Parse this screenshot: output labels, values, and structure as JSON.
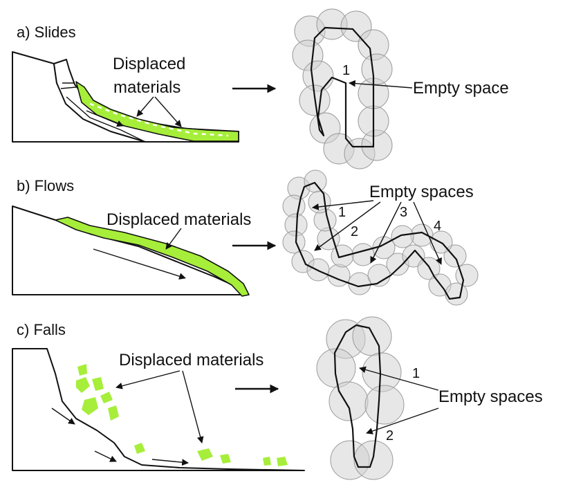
{
  "figure": {
    "colors": {
      "displaced": "#a6ee3a",
      "outline": "#111111",
      "bubble": "#cfcfcf"
    },
    "panels": {
      "slides": {
        "title": "a) Slides",
        "displaced_label_line1": "Displaced",
        "displaced_label_line2": "materials",
        "empty_label": "Empty space",
        "numbers": [
          "1"
        ]
      },
      "flows": {
        "title": "b) Flows",
        "displaced_label": "Displaced materials",
        "empty_label": "Empty spaces",
        "numbers": [
          "1",
          "2",
          "3",
          "4"
        ]
      },
      "falls": {
        "title": "c) Falls",
        "displaced_label": "Displaced materials",
        "empty_label": "Empty spaces",
        "numbers": [
          "1",
          "2"
        ]
      }
    }
  }
}
